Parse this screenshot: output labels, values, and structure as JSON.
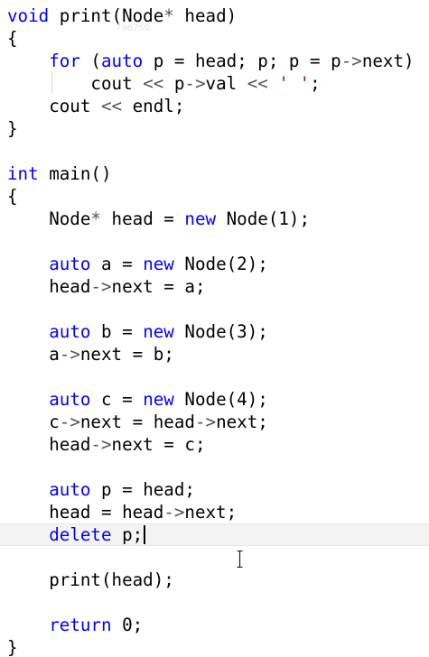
{
  "editor": {
    "watermark": "798750",
    "lines": [
      [
        {
          "t": "void",
          "c": "ty"
        },
        {
          "t": " print(Node",
          "c": ""
        },
        {
          "t": "*",
          "c": "op"
        },
        {
          "t": " head)",
          "c": ""
        }
      ],
      [
        {
          "t": "{",
          "c": ""
        }
      ],
      [
        {
          "t": "    ",
          "c": ""
        },
        {
          "t": "for",
          "c": "kw"
        },
        {
          "t": " (",
          "c": ""
        },
        {
          "t": "auto",
          "c": "kw"
        },
        {
          "t": " p = head; p; p = p",
          "c": ""
        },
        {
          "t": "->",
          "c": "op"
        },
        {
          "t": "next)",
          "c": ""
        }
      ],
      [
        {
          "t": "        cout ",
          "c": ""
        },
        {
          "t": "<<",
          "c": "op"
        },
        {
          "t": " p",
          "c": ""
        },
        {
          "t": "->",
          "c": "op"
        },
        {
          "t": "val ",
          "c": ""
        },
        {
          "t": "<<",
          "c": "op"
        },
        {
          "t": " ",
          "c": ""
        },
        {
          "t": "' '",
          "c": "str"
        },
        {
          "t": ";",
          "c": ""
        }
      ],
      [
        {
          "t": "    cout ",
          "c": ""
        },
        {
          "t": "<<",
          "c": "op"
        },
        {
          "t": " endl;",
          "c": ""
        }
      ],
      [
        {
          "t": "}",
          "c": ""
        }
      ],
      [
        {
          "t": "",
          "c": ""
        }
      ],
      [
        {
          "t": "int",
          "c": "ty"
        },
        {
          "t": " main()",
          "c": ""
        }
      ],
      [
        {
          "t": "{",
          "c": ""
        }
      ],
      [
        {
          "t": "    Node",
          "c": ""
        },
        {
          "t": "*",
          "c": "op"
        },
        {
          "t": " head = ",
          "c": ""
        },
        {
          "t": "new",
          "c": "kw"
        },
        {
          "t": " Node(1);",
          "c": ""
        }
      ],
      [
        {
          "t": "",
          "c": ""
        }
      ],
      [
        {
          "t": "    ",
          "c": ""
        },
        {
          "t": "auto",
          "c": "kw"
        },
        {
          "t": " a = ",
          "c": ""
        },
        {
          "t": "new",
          "c": "kw"
        },
        {
          "t": " Node(2);",
          "c": ""
        }
      ],
      [
        {
          "t": "    head",
          "c": ""
        },
        {
          "t": "->",
          "c": "op"
        },
        {
          "t": "next = a;",
          "c": ""
        }
      ],
      [
        {
          "t": "",
          "c": ""
        }
      ],
      [
        {
          "t": "    ",
          "c": ""
        },
        {
          "t": "auto",
          "c": "kw"
        },
        {
          "t": " b = ",
          "c": ""
        },
        {
          "t": "new",
          "c": "kw"
        },
        {
          "t": " Node(3);",
          "c": ""
        }
      ],
      [
        {
          "t": "    a",
          "c": ""
        },
        {
          "t": "->",
          "c": "op"
        },
        {
          "t": "next = b;",
          "c": ""
        }
      ],
      [
        {
          "t": "",
          "c": ""
        }
      ],
      [
        {
          "t": "    ",
          "c": ""
        },
        {
          "t": "auto",
          "c": "kw"
        },
        {
          "t": " c = ",
          "c": ""
        },
        {
          "t": "new",
          "c": "kw"
        },
        {
          "t": " Node(4);",
          "c": ""
        }
      ],
      [
        {
          "t": "    c",
          "c": ""
        },
        {
          "t": "->",
          "c": "op"
        },
        {
          "t": "next = head",
          "c": ""
        },
        {
          "t": "->",
          "c": "op"
        },
        {
          "t": "next;",
          "c": ""
        }
      ],
      [
        {
          "t": "    head",
          "c": ""
        },
        {
          "t": "->",
          "c": "op"
        },
        {
          "t": "next = c;",
          "c": ""
        }
      ],
      [
        {
          "t": "",
          "c": ""
        }
      ],
      [
        {
          "t": "    ",
          "c": ""
        },
        {
          "t": "auto",
          "c": "kw"
        },
        {
          "t": " p = head;",
          "c": ""
        }
      ],
      [
        {
          "t": "    head = head",
          "c": ""
        },
        {
          "t": "->",
          "c": "op"
        },
        {
          "t": "next;",
          "c": ""
        }
      ],
      [
        {
          "t": "    ",
          "c": ""
        },
        {
          "t": "delete",
          "c": "kw"
        },
        {
          "t": " p;",
          "c": ""
        }
      ],
      [
        {
          "t": "",
          "c": ""
        }
      ],
      [
        {
          "t": "    print(head);",
          "c": ""
        }
      ],
      [
        {
          "t": "",
          "c": ""
        }
      ],
      [
        {
          "t": "    ",
          "c": ""
        },
        {
          "t": "return",
          "c": "kw"
        },
        {
          "t": " 0;",
          "c": ""
        }
      ],
      [
        {
          "t": "}",
          "c": ""
        }
      ]
    ]
  }
}
